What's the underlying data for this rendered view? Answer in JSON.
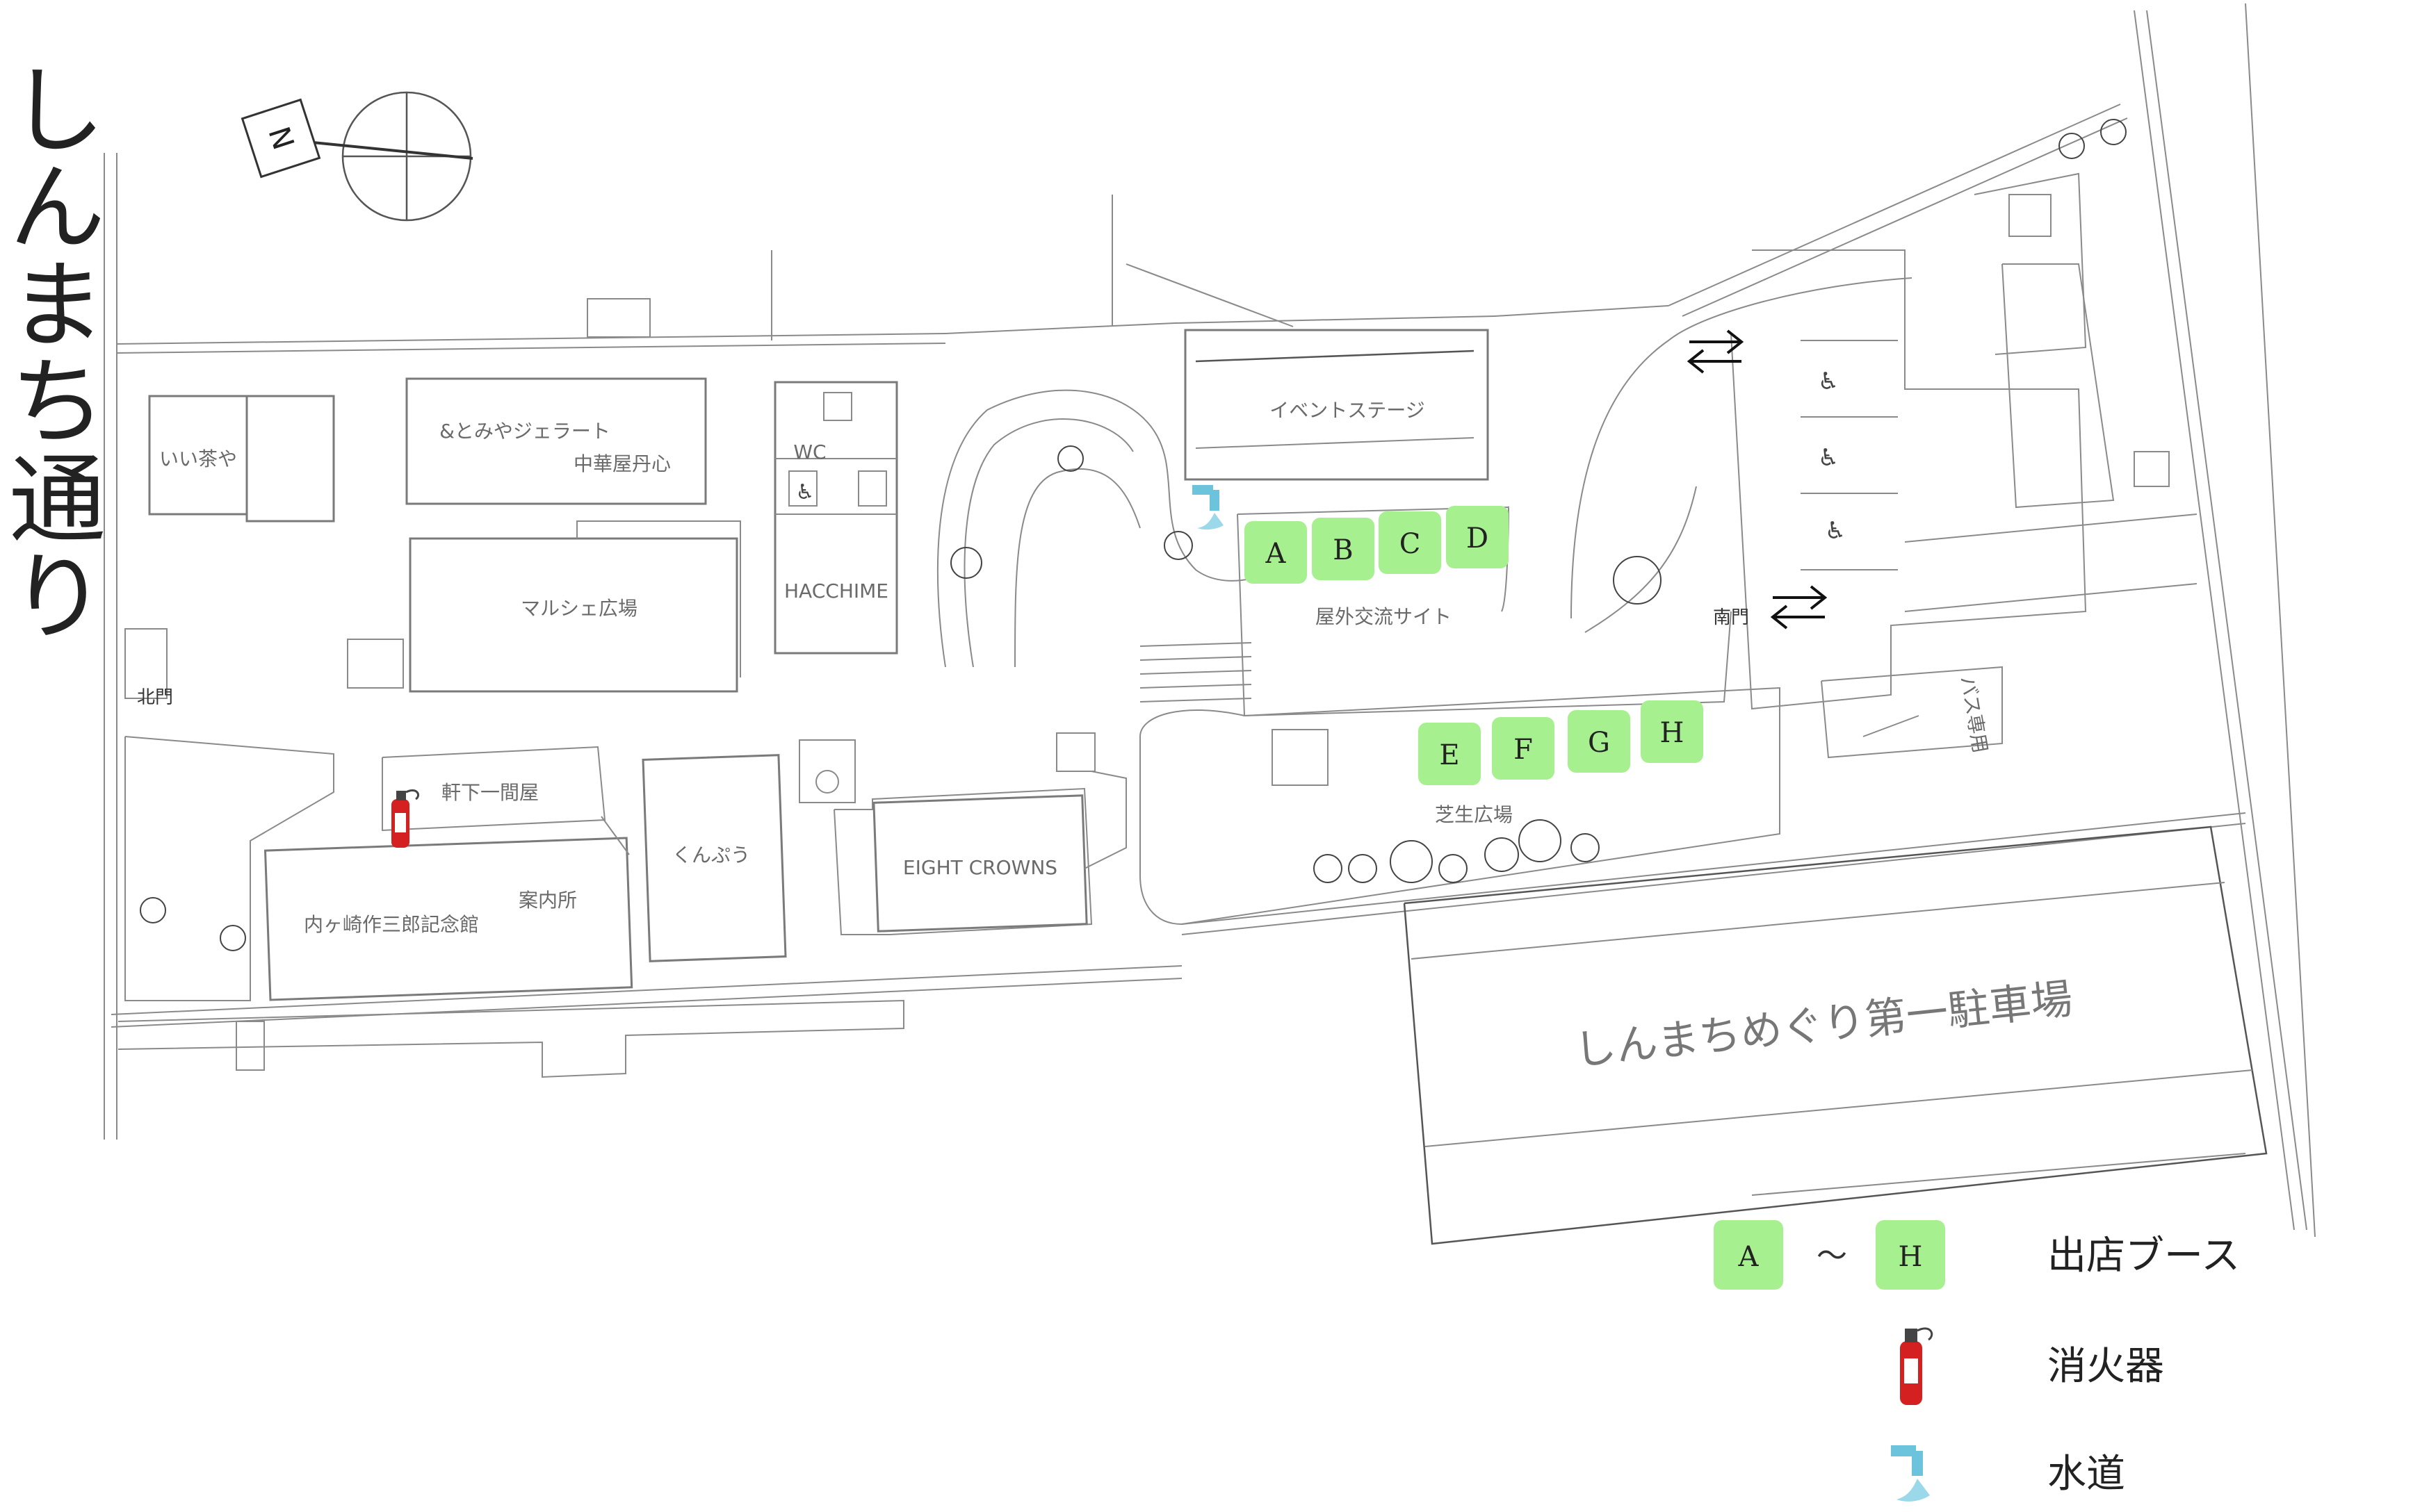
{
  "street_name": "しんまち通り",
  "compass": {
    "letter": "N"
  },
  "buildings": {
    "ii_chaya": "いい茶や",
    "tomiya": "&とみやジェラート",
    "chukaya": "中華屋丹心",
    "wc": "WC",
    "hacchime": "HACCHIME",
    "marche": "マルシェ広場",
    "kita_mon": "北門",
    "nokishita": "軒下一間屋",
    "kunpuu": "くんぷう",
    "eight_crowns": "EIGHT CROWNS",
    "annaijo": "案内所",
    "memorial": "内ヶ崎作三郎記念館",
    "event_stage": "イベントステージ",
    "outdoor_site": "屋外交流サイト",
    "minami_mon": "南門",
    "bus_only": "バス専用",
    "lawn": "芝生広場",
    "parking": "しんまちめぐり第一駐車場"
  },
  "booths": [
    "A",
    "B",
    "C",
    "D",
    "E",
    "F",
    "G",
    "H"
  ],
  "legend": {
    "booth_from": "A",
    "tilde": "～",
    "booth_to": "H",
    "booth_label": "出店ブース",
    "extinguisher_label": "消火器",
    "water_label": "水道"
  },
  "colors": {
    "booth_fill": "#a6f08f",
    "extinguisher_red": "#d42020",
    "water_blue": "#6cc4dc"
  }
}
